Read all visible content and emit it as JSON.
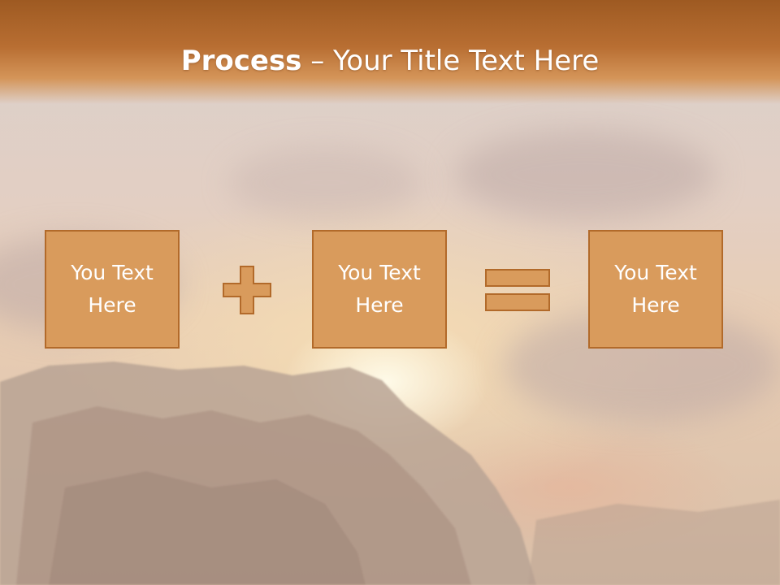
{
  "title": {
    "bold": "Process",
    "rest": " – Your Title Text Here"
  },
  "boxes": [
    {
      "label": "You Text\nHere"
    },
    {
      "label": "You Text\nHere"
    },
    {
      "label": "You Text\nHere"
    }
  ],
  "operators": [
    "plus-icon",
    "equals-icon"
  ],
  "colors": {
    "title_bar": "#b86e32",
    "box_fill": "#d99b5c",
    "box_border": "#b26a2a",
    "text": "#ffffff"
  }
}
